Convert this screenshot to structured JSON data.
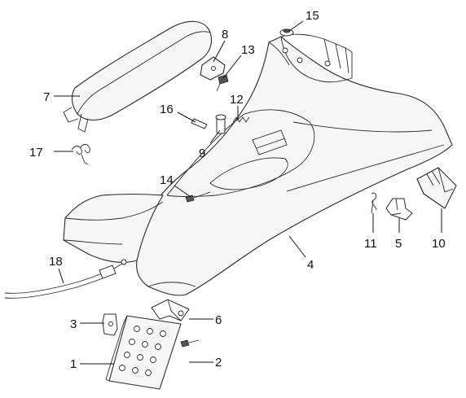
{
  "callouts": {
    "c1": "1",
    "c2": "2",
    "c3": "3",
    "c4": "4",
    "c5": "5",
    "c6": "6",
    "c7": "7",
    "c8": "8",
    "c9": "9",
    "c10": "10",
    "c11": "11",
    "c12": "12",
    "c13": "13",
    "c14": "14",
    "c15": "15",
    "c16": "16",
    "c17": "17",
    "c18": "18"
  },
  "colors": {
    "line": "#2a2a2a",
    "fill": "#f6f6f6",
    "background": "#ffffff"
  }
}
